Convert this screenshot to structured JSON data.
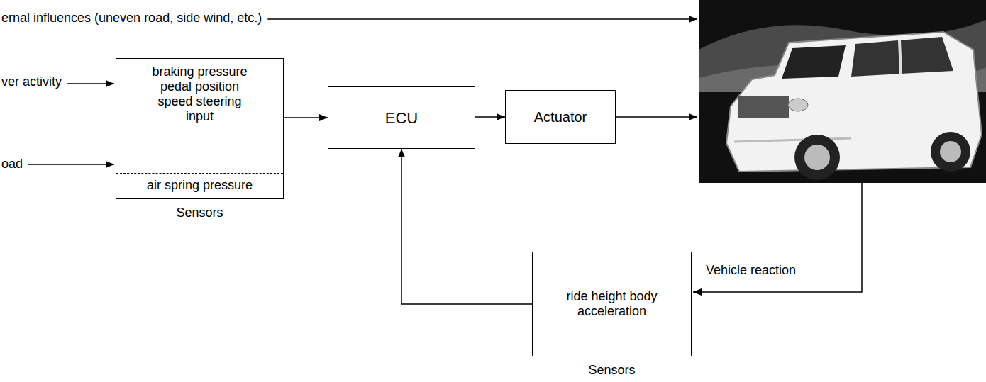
{
  "diagram": {
    "nodes": [
      {
        "text": [
          "braking pressure pedal position speed steering input",
          "air spring pressure",
          "Sensors"
        ]
      },
      {
        "text": [
          "ECU"
        ]
      },
      {
        "text": [
          "Actuator"
        ]
      },
      {
        "text": [
          "ride height body acceleration",
          "Sensors"
        ]
      }
    ],
    "edges": [
      {
        "from": 0,
        "to": 1,
        "arrow": "to"
      },
      {
        "from": 1,
        "to": 2,
        "arrow": "to"
      },
      {
        "from": 3,
        "to": 1,
        "arrow": "to"
      }
    ],
    "labels": [
      "ernal influences (uneven road, side wind, etc.)",
      "ver activity",
      "oad",
      "Vehicle reaction"
    ]
  }
}
